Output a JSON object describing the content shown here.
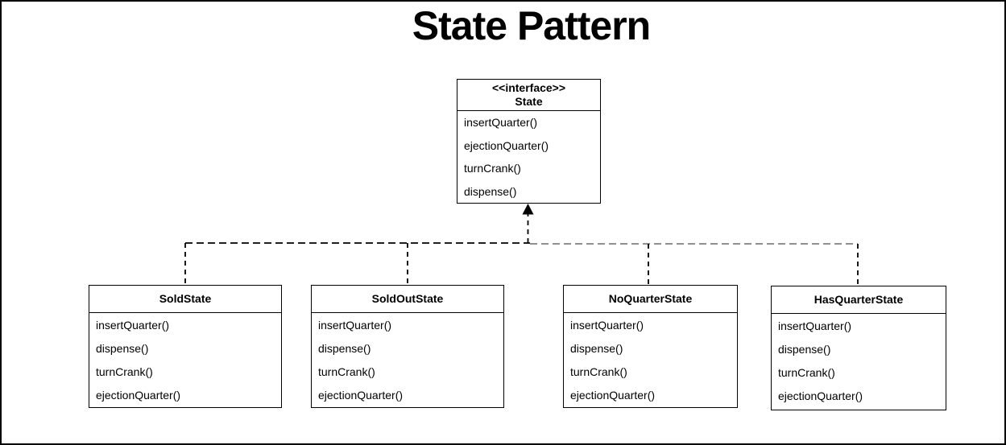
{
  "diagram": {
    "title": "State Pattern",
    "interface": {
      "stereotype": "<<interface>>",
      "name": "State",
      "methods": [
        "insertQuarter()",
        "ejectionQuarter()",
        "turnCrank()",
        "dispense()"
      ]
    },
    "classes": [
      {
        "name": "SoldState",
        "methods": [
          "insertQuarter()",
          "dispense()",
          "turnCrank()",
          "ejectionQuarter()"
        ]
      },
      {
        "name": "SoldOutState",
        "methods": [
          "insertQuarter()",
          "dispense()",
          "turnCrank()",
          "ejectionQuarter()"
        ]
      },
      {
        "name": "NoQuarterState",
        "methods": [
          "insertQuarter()",
          "dispense()",
          "turnCrank()",
          "ejectionQuarter()"
        ]
      },
      {
        "name": "HasQuarterState",
        "methods": [
          "insertQuarter()",
          "dispense()",
          "turnCrank()",
          "ejectionQuarter()"
        ]
      }
    ],
    "relationships": [
      {
        "from": "SoldState",
        "to": "State",
        "type": "realization"
      },
      {
        "from": "SoldOutState",
        "to": "State",
        "type": "realization"
      },
      {
        "from": "NoQuarterState",
        "to": "State",
        "type": "realization"
      },
      {
        "from": "HasQuarterState",
        "to": "State",
        "type": "realization"
      }
    ],
    "colors": {
      "line_black": "#000000",
      "line_gray": "#808080",
      "background": "#ffffff"
    }
  }
}
